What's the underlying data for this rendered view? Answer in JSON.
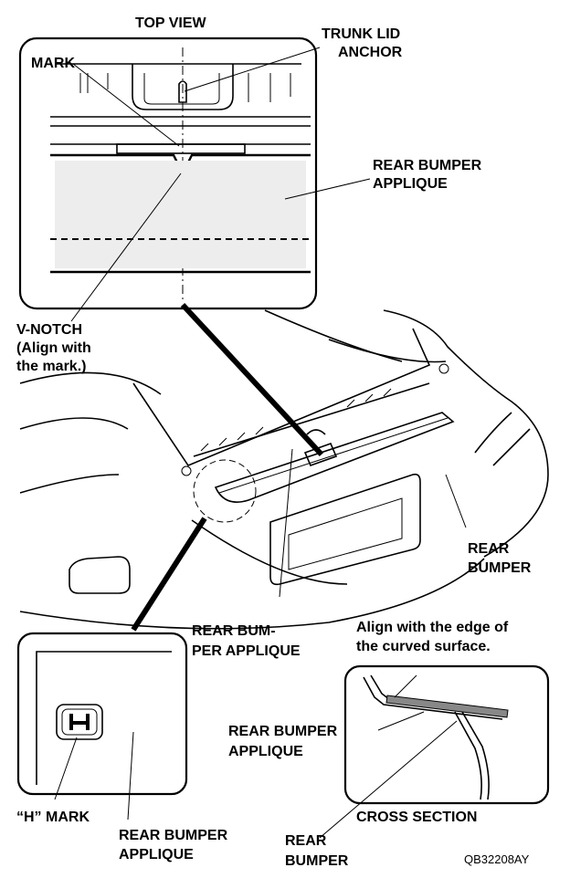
{
  "labels": {
    "top_view": "TOP VIEW",
    "trunk_lid_anchor_1": "TRUNK LID",
    "trunk_lid_anchor_2": "ANCHOR",
    "mark": "MARK",
    "rear_bumper_applique_top_1": "REAR BUMPER",
    "rear_bumper_applique_top_2": "APPLIQUE",
    "v_notch_1": "V-NOTCH",
    "v_notch_2": "(Align with",
    "v_notch_3": "the mark.)",
    "rear_bumper_1": "REAR",
    "rear_bumper_2": "BUMPER",
    "rear_bumper_applique_mid_1": "REAR BUM-",
    "rear_bumper_applique_mid_2": "PER APPLIQUE",
    "align_edge_1": "Align with the edge of",
    "align_edge_2": "the curved surface.",
    "rear_bumper_applique_cs_1": "REAR BUMPER",
    "rear_bumper_applique_cs_2": "APPLIQUE",
    "h_mark": "“H” MARK",
    "rear_bumper_applique_bl_1": "REAR BUMPER",
    "rear_bumper_applique_bl_2": "APPLIQUE",
    "cross_section": "CROSS SECTION",
    "rear_bumper_bottom_1": "REAR",
    "rear_bumper_bottom_2": "BUMPER",
    "figure_code": "QB32208AY"
  }
}
